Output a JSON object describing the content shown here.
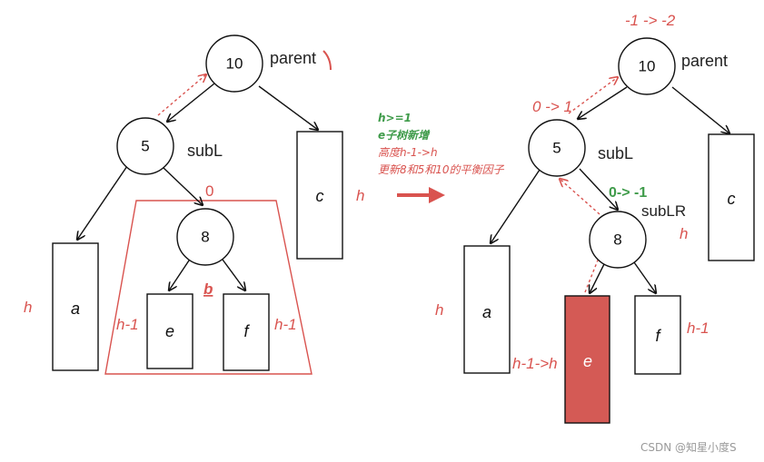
{
  "left": {
    "root_value": "10",
    "parent_label": "parent",
    "subl_value": "5",
    "subl_label": "subL",
    "node8_value": "8",
    "zero_label": "0",
    "b_label": "b",
    "a": "a",
    "c": "c",
    "e": "e",
    "f": "f",
    "h_a": "h",
    "h_c": "h",
    "h1_e": "h-1",
    "h1_f": "h-1"
  },
  "notes": {
    "line1": "h>=1",
    "line2": "e子树新增",
    "line3": "高度h-1->h",
    "line4": "更新8和5和10的平衡因子"
  },
  "right": {
    "root_value": "10",
    "parent_label": "parent",
    "root_bf": "-1 -> -2",
    "subl_value": "5",
    "subl_label": "subL",
    "subl_bf": "0 -> 1",
    "node8_value": "8",
    "sublr_label": "subLR",
    "sublr_bf": "0-> -1",
    "a": "a",
    "c": "c",
    "e": "e",
    "f": "f",
    "h_a": "h",
    "h_c": "h",
    "h1_f": "h-1",
    "e_growth": "h-1->h"
  },
  "colors": {
    "accent": "#d9534f",
    "green": "#3f9b4a",
    "new_node_fill": "#d45a55"
  },
  "watermark": "CSDN @知星小度S"
}
